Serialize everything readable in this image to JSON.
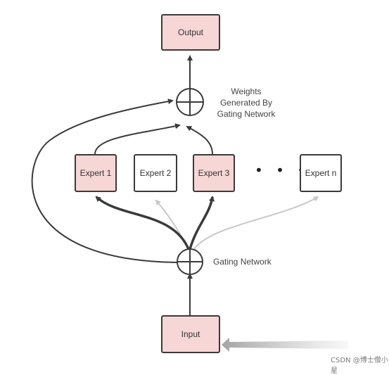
{
  "nodes": {
    "output": "Output",
    "input": "Input",
    "experts": [
      "Expert 1",
      "Expert 2",
      "Expert 3",
      "Expert n"
    ],
    "ellipsis": "• • •"
  },
  "labels": {
    "weights_line1": "Weights",
    "weights_line2": "Generated By",
    "weights_line3": "Gating Network",
    "gating": "Gating Network"
  },
  "watermark": "CSDN @博士僧小星",
  "colors": {
    "highlight_fill": "#f7d6d6",
    "normal_fill": "#ffffff",
    "line": "#3a3a3a",
    "inactive_line": "#c8c8c8"
  }
}
